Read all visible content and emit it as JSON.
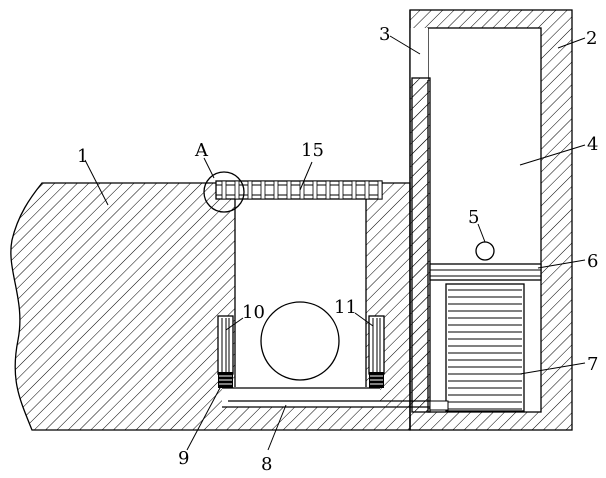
{
  "labels": {
    "part_1": "1",
    "part_2": "2",
    "part_3": "3",
    "part_4": "4",
    "part_5": "5",
    "part_6": "6",
    "part_7": "7",
    "part_8": "8",
    "part_9": "9",
    "part_10": "10",
    "part_11": "11",
    "part_15": "15",
    "detail_A": "A"
  },
  "colors": {
    "line": "#000000",
    "background": "#ffffff"
  }
}
